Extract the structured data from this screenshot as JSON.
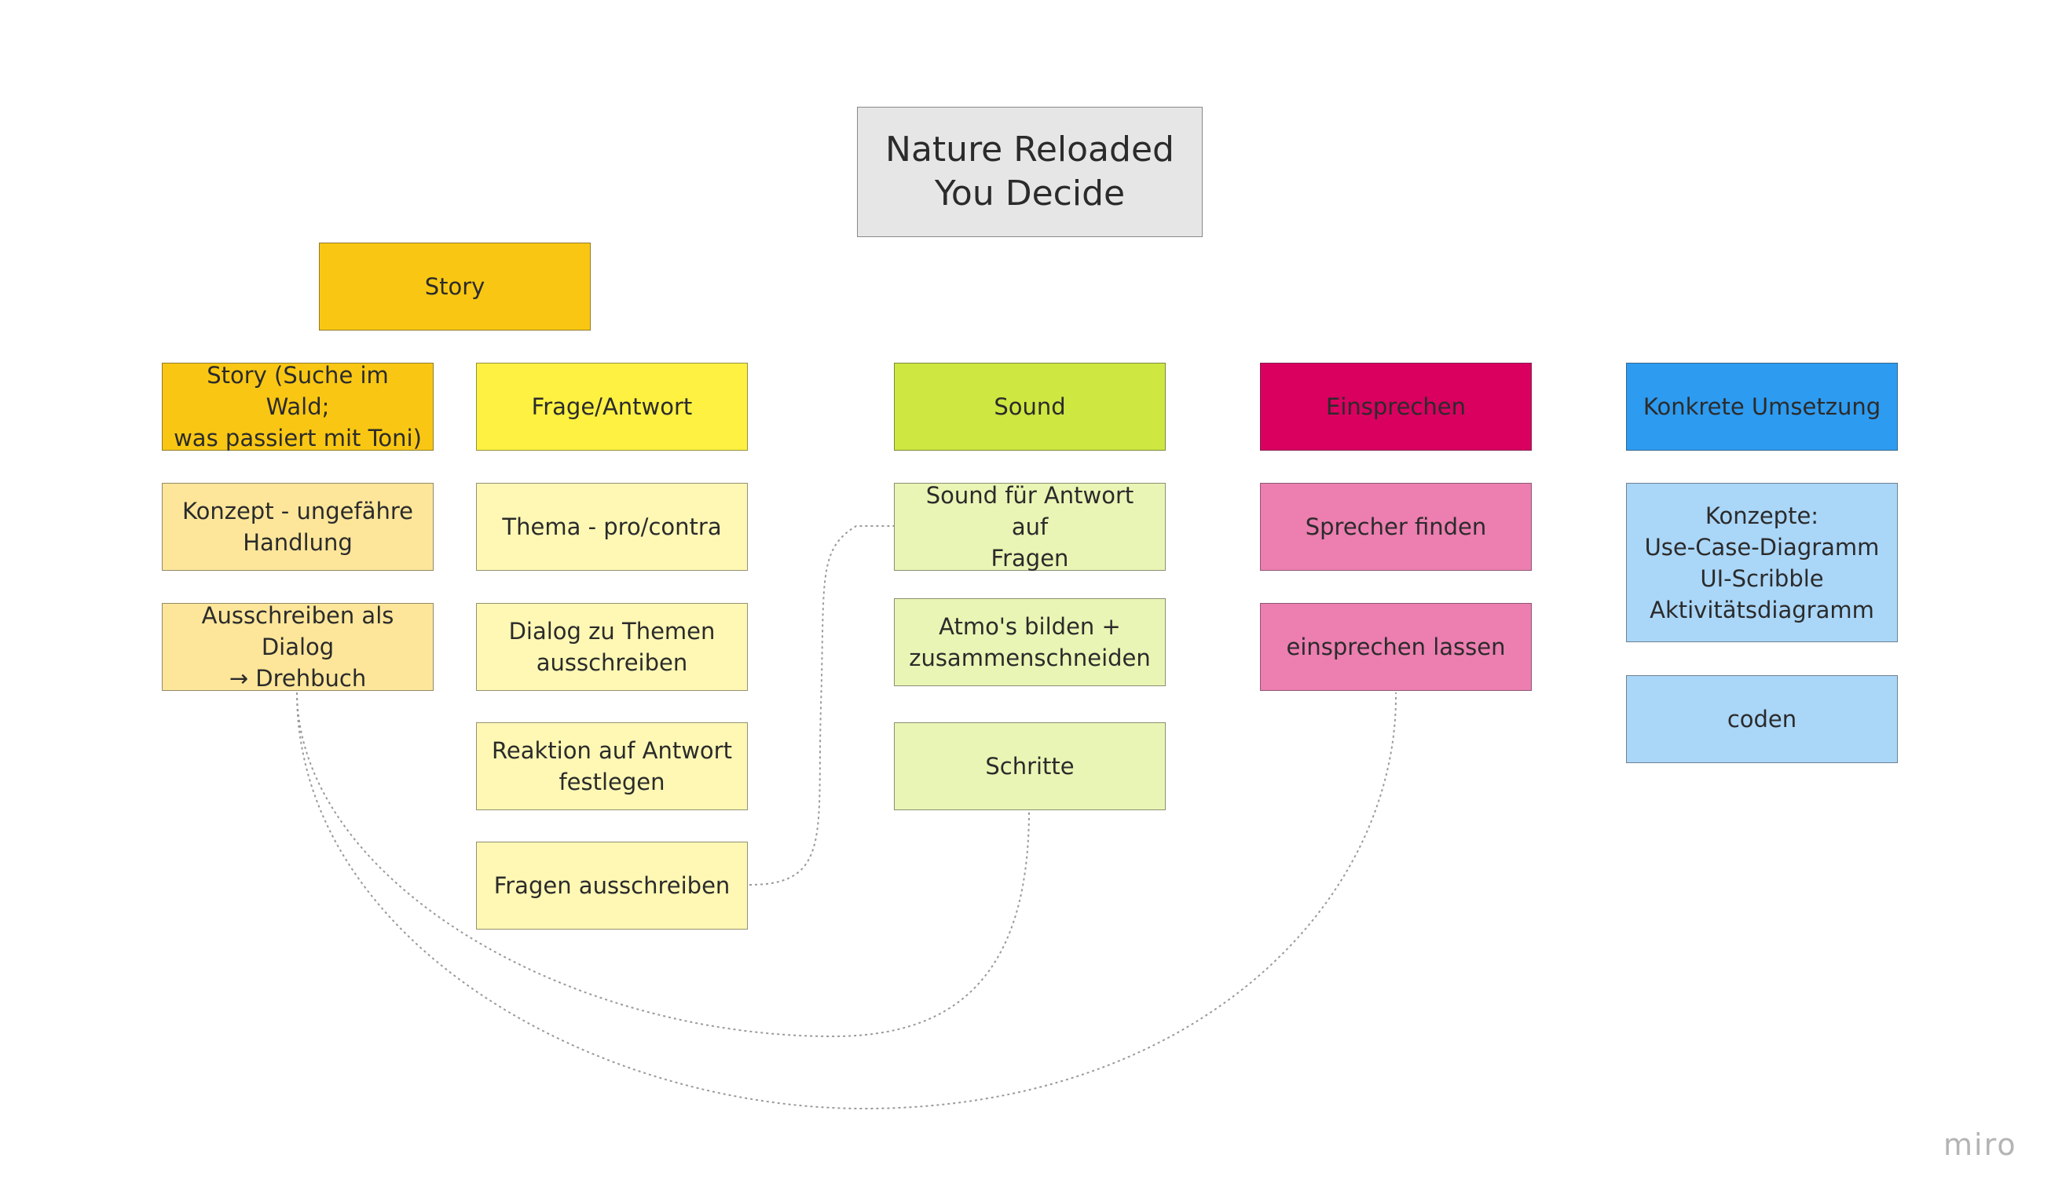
{
  "colors": {
    "title_bg": "#e6e6e6",
    "story_dark": "#f9c713",
    "story_light": "#fde69a",
    "frage_dark": "#fef142",
    "frage_light": "#fef8b4",
    "sound_dark": "#cee741",
    "sound_light": "#e9f5b4",
    "einsprechen_dark": "#d90060",
    "einsprechen_light": "#ec7eb0",
    "umsetzung_dark": "#2d9bf0",
    "umsetzung_light": "#aad6f8",
    "connector": "#9a9a9a"
  },
  "title": {
    "text": "Nature Reloaded\nYou Decide"
  },
  "story_header": "Story",
  "columns": {
    "story": {
      "header": "Story (Suche im Wald;\nwas passiert mit Toni)",
      "items": [
        "Konzept - ungefähre\nHandlung",
        "Ausschreiben als Dialog\n→ Drehbuch"
      ]
    },
    "frage": {
      "header": "Frage/Antwort",
      "items": [
        "Thema - pro/contra",
        "Dialog zu Themen\nausschreiben",
        "Reaktion auf Antwort\nfestlegen",
        "Fragen ausschreiben"
      ]
    },
    "sound": {
      "header": "Sound",
      "items": [
        "Sound für Antwort auf\nFragen",
        "Atmo's bilden +\nzusammenschneiden",
        "Schritte"
      ]
    },
    "einsprechen": {
      "header": "Einsprechen",
      "items": [
        "Sprecher finden",
        "einsprechen lassen"
      ]
    },
    "umsetzung": {
      "header": "Konkrete Umsetzung",
      "items": [
        "Konzepte:\nUse-Case-Diagramm\nUI-Scribble\nAktivitätsdiagramm",
        "coden"
      ]
    }
  },
  "watermark": "miro"
}
